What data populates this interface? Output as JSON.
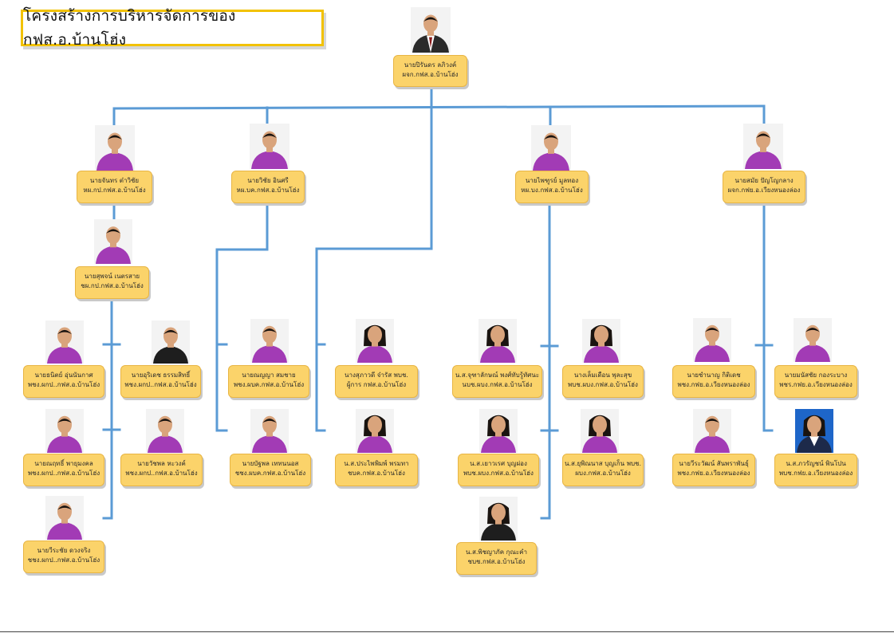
{
  "title": "โครงสร้างการบริหารจัดการของ กฟส.อ.บ้านโฮ่ง",
  "colors": {
    "line": "#5b9bd5",
    "label_fill": "#fbd36a",
    "title_border": "#f2c200",
    "shirt": "#a23bb5"
  },
  "people": [
    {
      "id": "p0",
      "name": "นายปิรันดร ลภิวงค์",
      "position": "ผจก.กฟส.อ.บ้านโฮ่ง",
      "shirt": "suit"
    },
    {
      "id": "p1",
      "name": "นายจันทร ต๋าวิชัย",
      "position": "หผ.กป.กฟส.อ.บ้านโฮ่ง",
      "shirt": "purple"
    },
    {
      "id": "p2",
      "name": "นายวิชัย อินศรี",
      "position": "หผ.บค.กฟส.อ.บ้านโฮ่ง",
      "shirt": "purple"
    },
    {
      "id": "p3",
      "name": "นายไพฑูรย์ มูลทอง",
      "position": "หผ.บง.กฟส.อ.บ้านโฮ่ง",
      "shirt": "purple"
    },
    {
      "id": "p4",
      "name": "นายสมัย ปัญโญกลาง",
      "position": "ผจก.กฟย.อ.เวียงหนองล่อง",
      "shirt": "purple"
    },
    {
      "id": "p5",
      "name": "นายสุพจน์ เนตรสาย",
      "position": "ชผ.กป.กฟส.อ.บ้านโฮ่ง",
      "shirt": "purple"
    },
    {
      "id": "p6",
      "name": "นายธนิตย์ อุ่นนันกาศ",
      "position": "พชง.ผกป..กฟส.อ.บ้านโฮ่ง",
      "shirt": "purple"
    },
    {
      "id": "p7",
      "name": "นายอุริเดช ธรรมสิทธิ์",
      "position": "พชง.ผกป..กฟส.อ.บ้านโฮ่ง",
      "shirt": "black"
    },
    {
      "id": "p8",
      "name": "นายณฤทธิ์ พายุมงคล",
      "position": "พชง.ผกป..กฟส.อ.บ้านโฮ่ง",
      "shirt": "purple"
    },
    {
      "id": "p9",
      "name": "นายวัชพล หะวงค์",
      "position": "พชง.ผกป..กฟส.อ.บ้านโฮ่ง",
      "shirt": "purple"
    },
    {
      "id": "p10",
      "name": "นายวีระชัย ดวงจริง",
      "position": "ชชง.ผกป..กฟส.อ.บ้านโฮ่ง",
      "shirt": "purple"
    },
    {
      "id": "p11",
      "name": "นายณญญา สมชาย",
      "position": "พชง.ผบค.กฟส.อ.บ้านโฮ่ง",
      "shirt": "purple"
    },
    {
      "id": "p12",
      "name": "นายบัฐพล เททนนอส",
      "position": "ชชง.ผบค.กฟส.อ.บ้านโฮ่ง",
      "shirt": "purple"
    },
    {
      "id": "p13",
      "name": "นางสุภาวดี จ๋ารัส พบช.",
      "position": "ผู้การ กฟส.อ.บ้านโฮ่ง",
      "shirt": "purple",
      "female": true
    },
    {
      "id": "p14",
      "name": "น.ส.ประไพพิมพ์ พรมทา",
      "position": "ชบค.กฟส.อ.บ้านโฮ่ง",
      "shirt": "purple",
      "female": true
    },
    {
      "id": "p15",
      "name": "น.ส.จุฑาลักษณ์ พงศ์ทับรู้ทัศนะ",
      "position": "นบช.ผบง.กฟส.อ.บ้านโฮ่ง",
      "shirt": "purple",
      "female": true
    },
    {
      "id": "p16",
      "name": "นางเล็มเดือน พุละสุข",
      "position": "พบช.ผบง.กฟส.อ.บ้านโฮ่ง",
      "shirt": "purple",
      "female": true
    },
    {
      "id": "p17",
      "name": "น.ส.เยาวเรศ บุญผ่อง",
      "position": "พบช.ผบง.กฟส.อ.บ้านโฮ่ง",
      "shirt": "purple",
      "female": true
    },
    {
      "id": "p18",
      "name": "น.ส.ยุพิณนาส บุญเก็น พบช.",
      "position": "ผบง.กฟส.อ.บ้านโฮ่ง",
      "shirt": "purple",
      "female": true
    },
    {
      "id": "p19",
      "name": "น.ส.พิชญาภัค กุณะคำ",
      "position": "ชบช.กฟส.อ.บ้านโฮ่ง",
      "shirt": "black",
      "female": true
    },
    {
      "id": "p20",
      "name": "นายชำนาญ กิติเดช",
      "position": "พชง.กฟย.อ.เวียงหนองล่อง",
      "shirt": "purple"
    },
    {
      "id": "p21",
      "name": "นายมนัสชัย กองระบาง",
      "position": "พชร.กฟย.อ.เวียงหนองล่อง",
      "shirt": "purple"
    },
    {
      "id": "p22",
      "name": "นายวีระวัฒน์ สันพราพันธุ์",
      "position": "พชง.กฟย.อ.เวียงหนองล่อง",
      "shirt": "purple"
    },
    {
      "id": "p23",
      "name": "น.ส.ภวรัญชน์ พินโปน",
      "position": "พบช.กฟย.อ.เวียงหนองล่อง",
      "shirt": "navy",
      "female": true
    }
  ]
}
